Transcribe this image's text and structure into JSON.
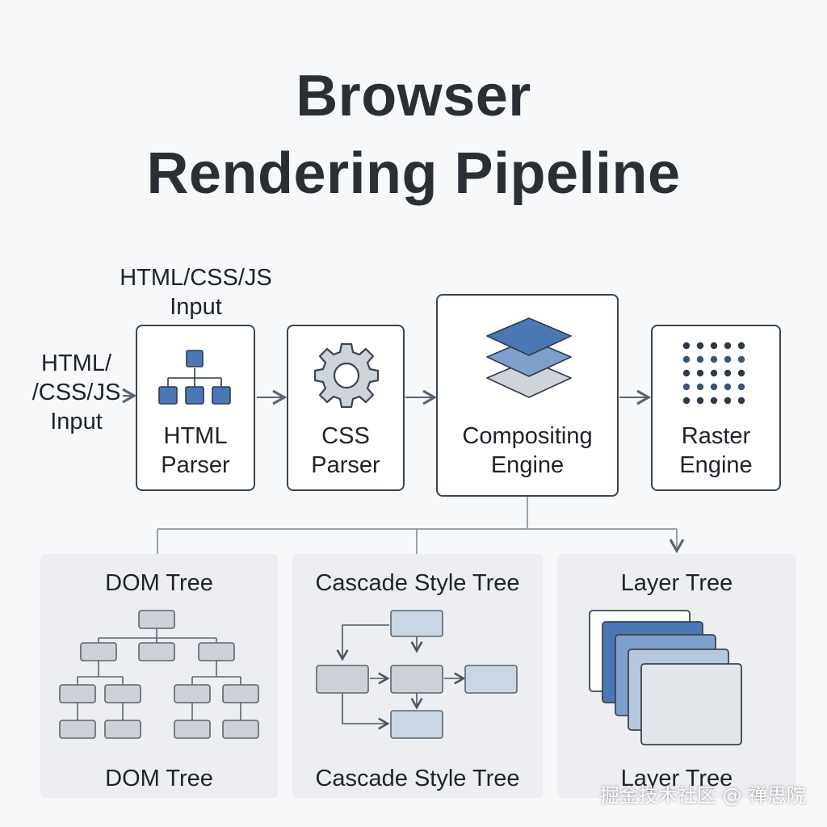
{
  "title": {
    "line1": "Browser",
    "line2": "Rendering Pipeline"
  },
  "inputs": {
    "top_line1": "HTML/CSS/JS",
    "top_line2": "Input",
    "left_line1": "HTML/",
    "left_line2": "/CSS/JS",
    "left_line3": "Input"
  },
  "stages": [
    {
      "line1": "HTML",
      "line2": "Parser",
      "icon": "tree-icon"
    },
    {
      "line1": "CSS",
      "line2": "Parser",
      "icon": "gear-icon"
    },
    {
      "line1": "Compositing",
      "line2": "Engine",
      "icon": "layers-icon"
    },
    {
      "line1": "Raster",
      "line2": "Engine",
      "icon": "dot-grid-icon"
    }
  ],
  "panels": [
    {
      "title": "DOM Tree",
      "caption": "DOM Tree"
    },
    {
      "title": "Cascade Style Tree",
      "caption": "Cascade Style Tree"
    },
    {
      "title": "Layer Tree",
      "caption": "Layer Tree"
    }
  ],
  "colors": {
    "accent_blue": "#4a78b5",
    "light_blue": "#a9bcd6",
    "node_gray": "#cdd2d9",
    "border": "#3b4550",
    "panel_bg": "#eceef2"
  },
  "watermark": "掘金技术社区 @ 禅思院"
}
